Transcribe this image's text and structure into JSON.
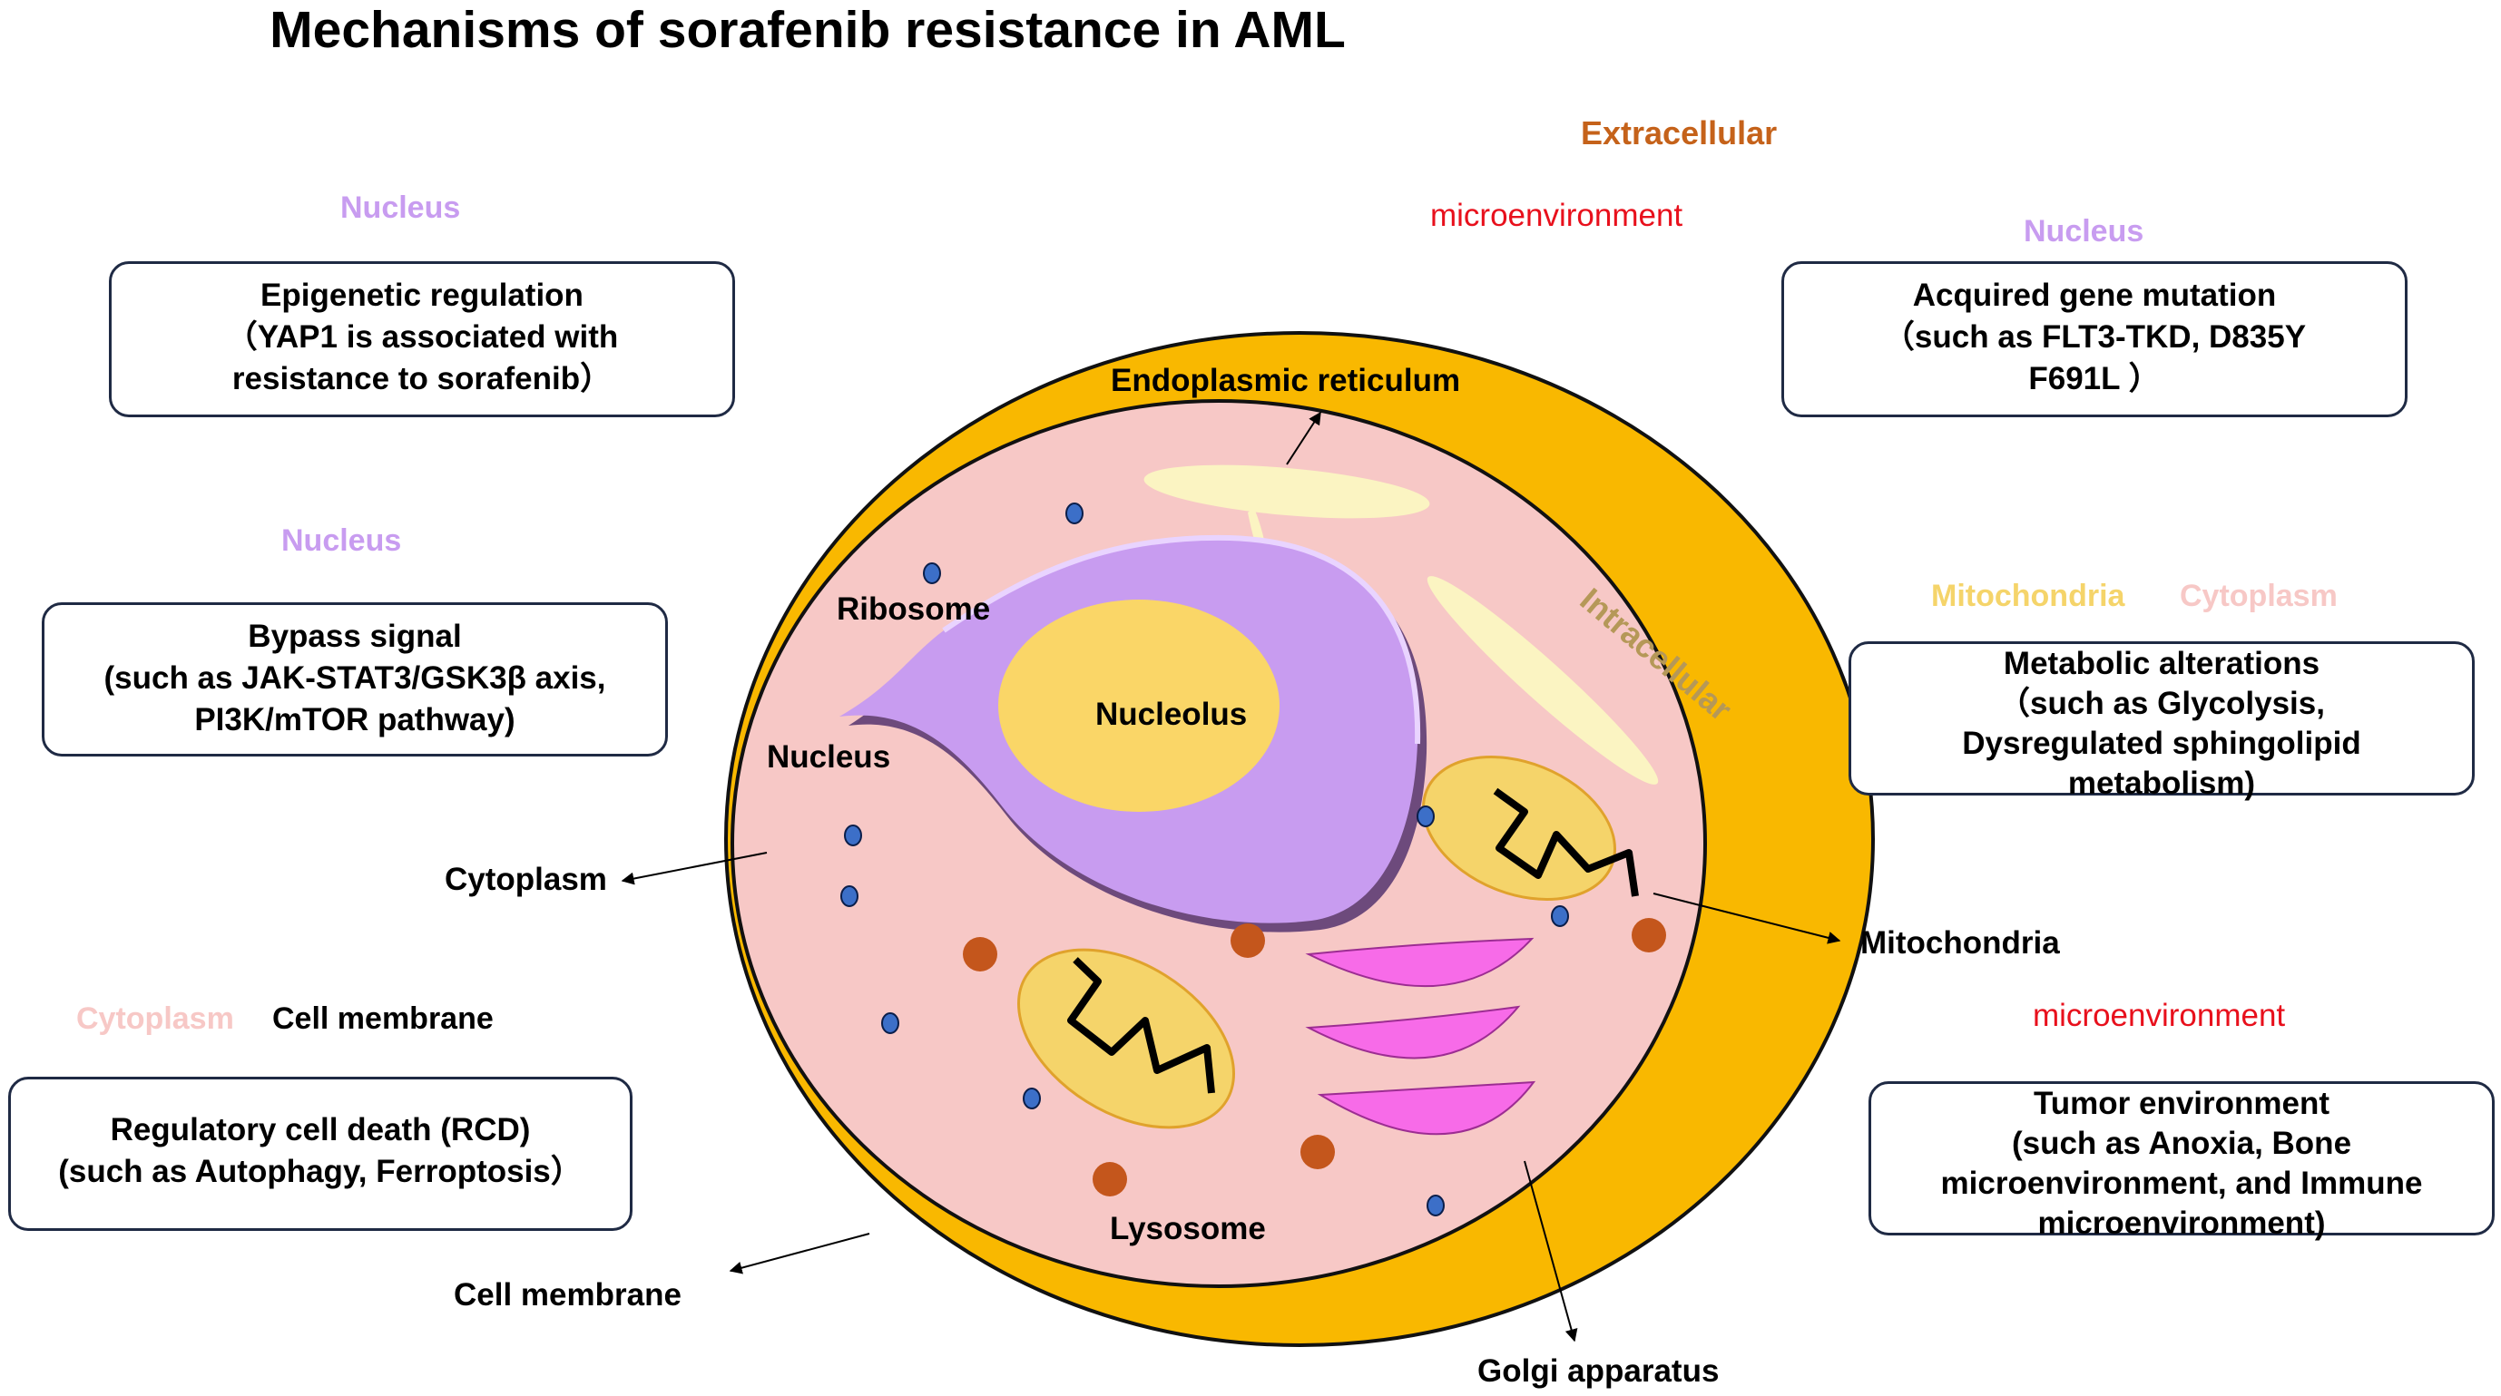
{
  "title": "Mechanisms of sorafenib resistance in AML",
  "colors": {
    "nucleus": "#c89cf0",
    "cytoplasm": "#f7c8c6",
    "mitochondria": "#f5d46a",
    "microenvironment": "#e8101c",
    "extracellular": "#c5621a",
    "cell_membrane": "#f9b800",
    "nucleolus": "#fad667",
    "golgi": "#f76be8",
    "lysosome": "#c4561c",
    "ribosome": "#3c6fc8",
    "er": "#fbf4c2"
  },
  "outside_labels": {
    "extracellular": "Extracellular",
    "microenvironment_top": "microenvironment",
    "intracellular": "Intracellular"
  },
  "panels": {
    "epigenetic": {
      "header": "Nucleus",
      "lines": [
        "Epigenetic regulation",
        "（YAP1 is associated with",
        "resistance to sorafenib）"
      ]
    },
    "bypass": {
      "header": "Nucleus",
      "lines": [
        "Bypass signal",
        "(such as JAK-STAT3/GSK3β axis,",
        "PI3K/mTOR pathway)"
      ]
    },
    "rcd": {
      "header_a": "Cytoplasm",
      "header_b": "Cell membrane",
      "lines": [
        "Regulatory cell death (RCD)",
        "(such as Autophagy, Ferroptosis）"
      ]
    },
    "acquired": {
      "header": "Nucleus",
      "lines": [
        "Acquired gene mutation",
        "（such as FLT3-TKD, D835Y",
        "F691L ）"
      ]
    },
    "metabolic": {
      "header_a": "Mitochondria",
      "header_b": "Cytoplasm",
      "lines": [
        "Metabolic alterations",
        "（such as Glycolysis,",
        "Dysregulated sphingolipid",
        "metabolism)"
      ]
    },
    "tumor": {
      "header": "microenvironment",
      "lines": [
        "Tumor environment",
        "(such as Anoxia, Bone",
        "microenvironment, and Immune",
        "microenvironment)"
      ]
    }
  },
  "cell_labels": {
    "endoplasmic_reticulum": "Endoplasmic reticulum",
    "ribosome": "Ribosome",
    "nucleolus": "Nucleolus",
    "nucleus": "Nucleus",
    "cytoplasm": "Cytoplasm",
    "mitochondria": "Mitochondria",
    "lysosome": "Lysosome",
    "cell_membrane": "Cell membrane",
    "golgi": "Golgi apparatus"
  }
}
